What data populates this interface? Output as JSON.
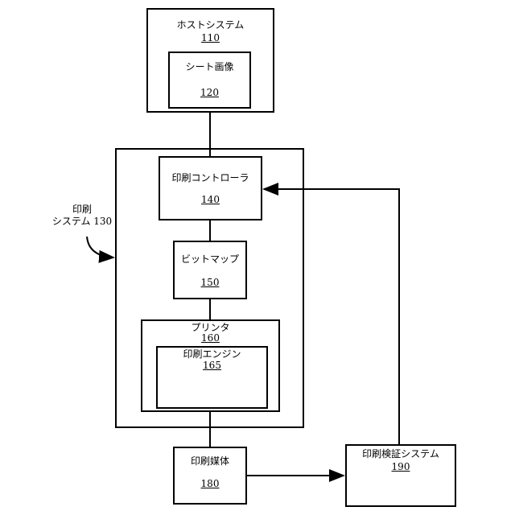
{
  "nodes": {
    "host_system": {
      "label": "ホストシステム",
      "num": "110"
    },
    "sheet_image": {
      "label": "シート画像",
      "num": "120"
    },
    "print_system": {
      "label_line1": "印刷",
      "label_line2": "システム 130"
    },
    "print_controller": {
      "label": "印刷コントローラ",
      "num": "140"
    },
    "bitmap": {
      "label": "ビットマップ",
      "num": "150"
    },
    "printer": {
      "label": "プリンタ",
      "num": "160"
    },
    "print_engine": {
      "label": "印刷エンジン",
      "num": "165"
    },
    "print_media": {
      "label": "印刷媒体",
      "num": "180"
    },
    "print_verification": {
      "label": "印刷検証システム",
      "num": "190"
    }
  }
}
